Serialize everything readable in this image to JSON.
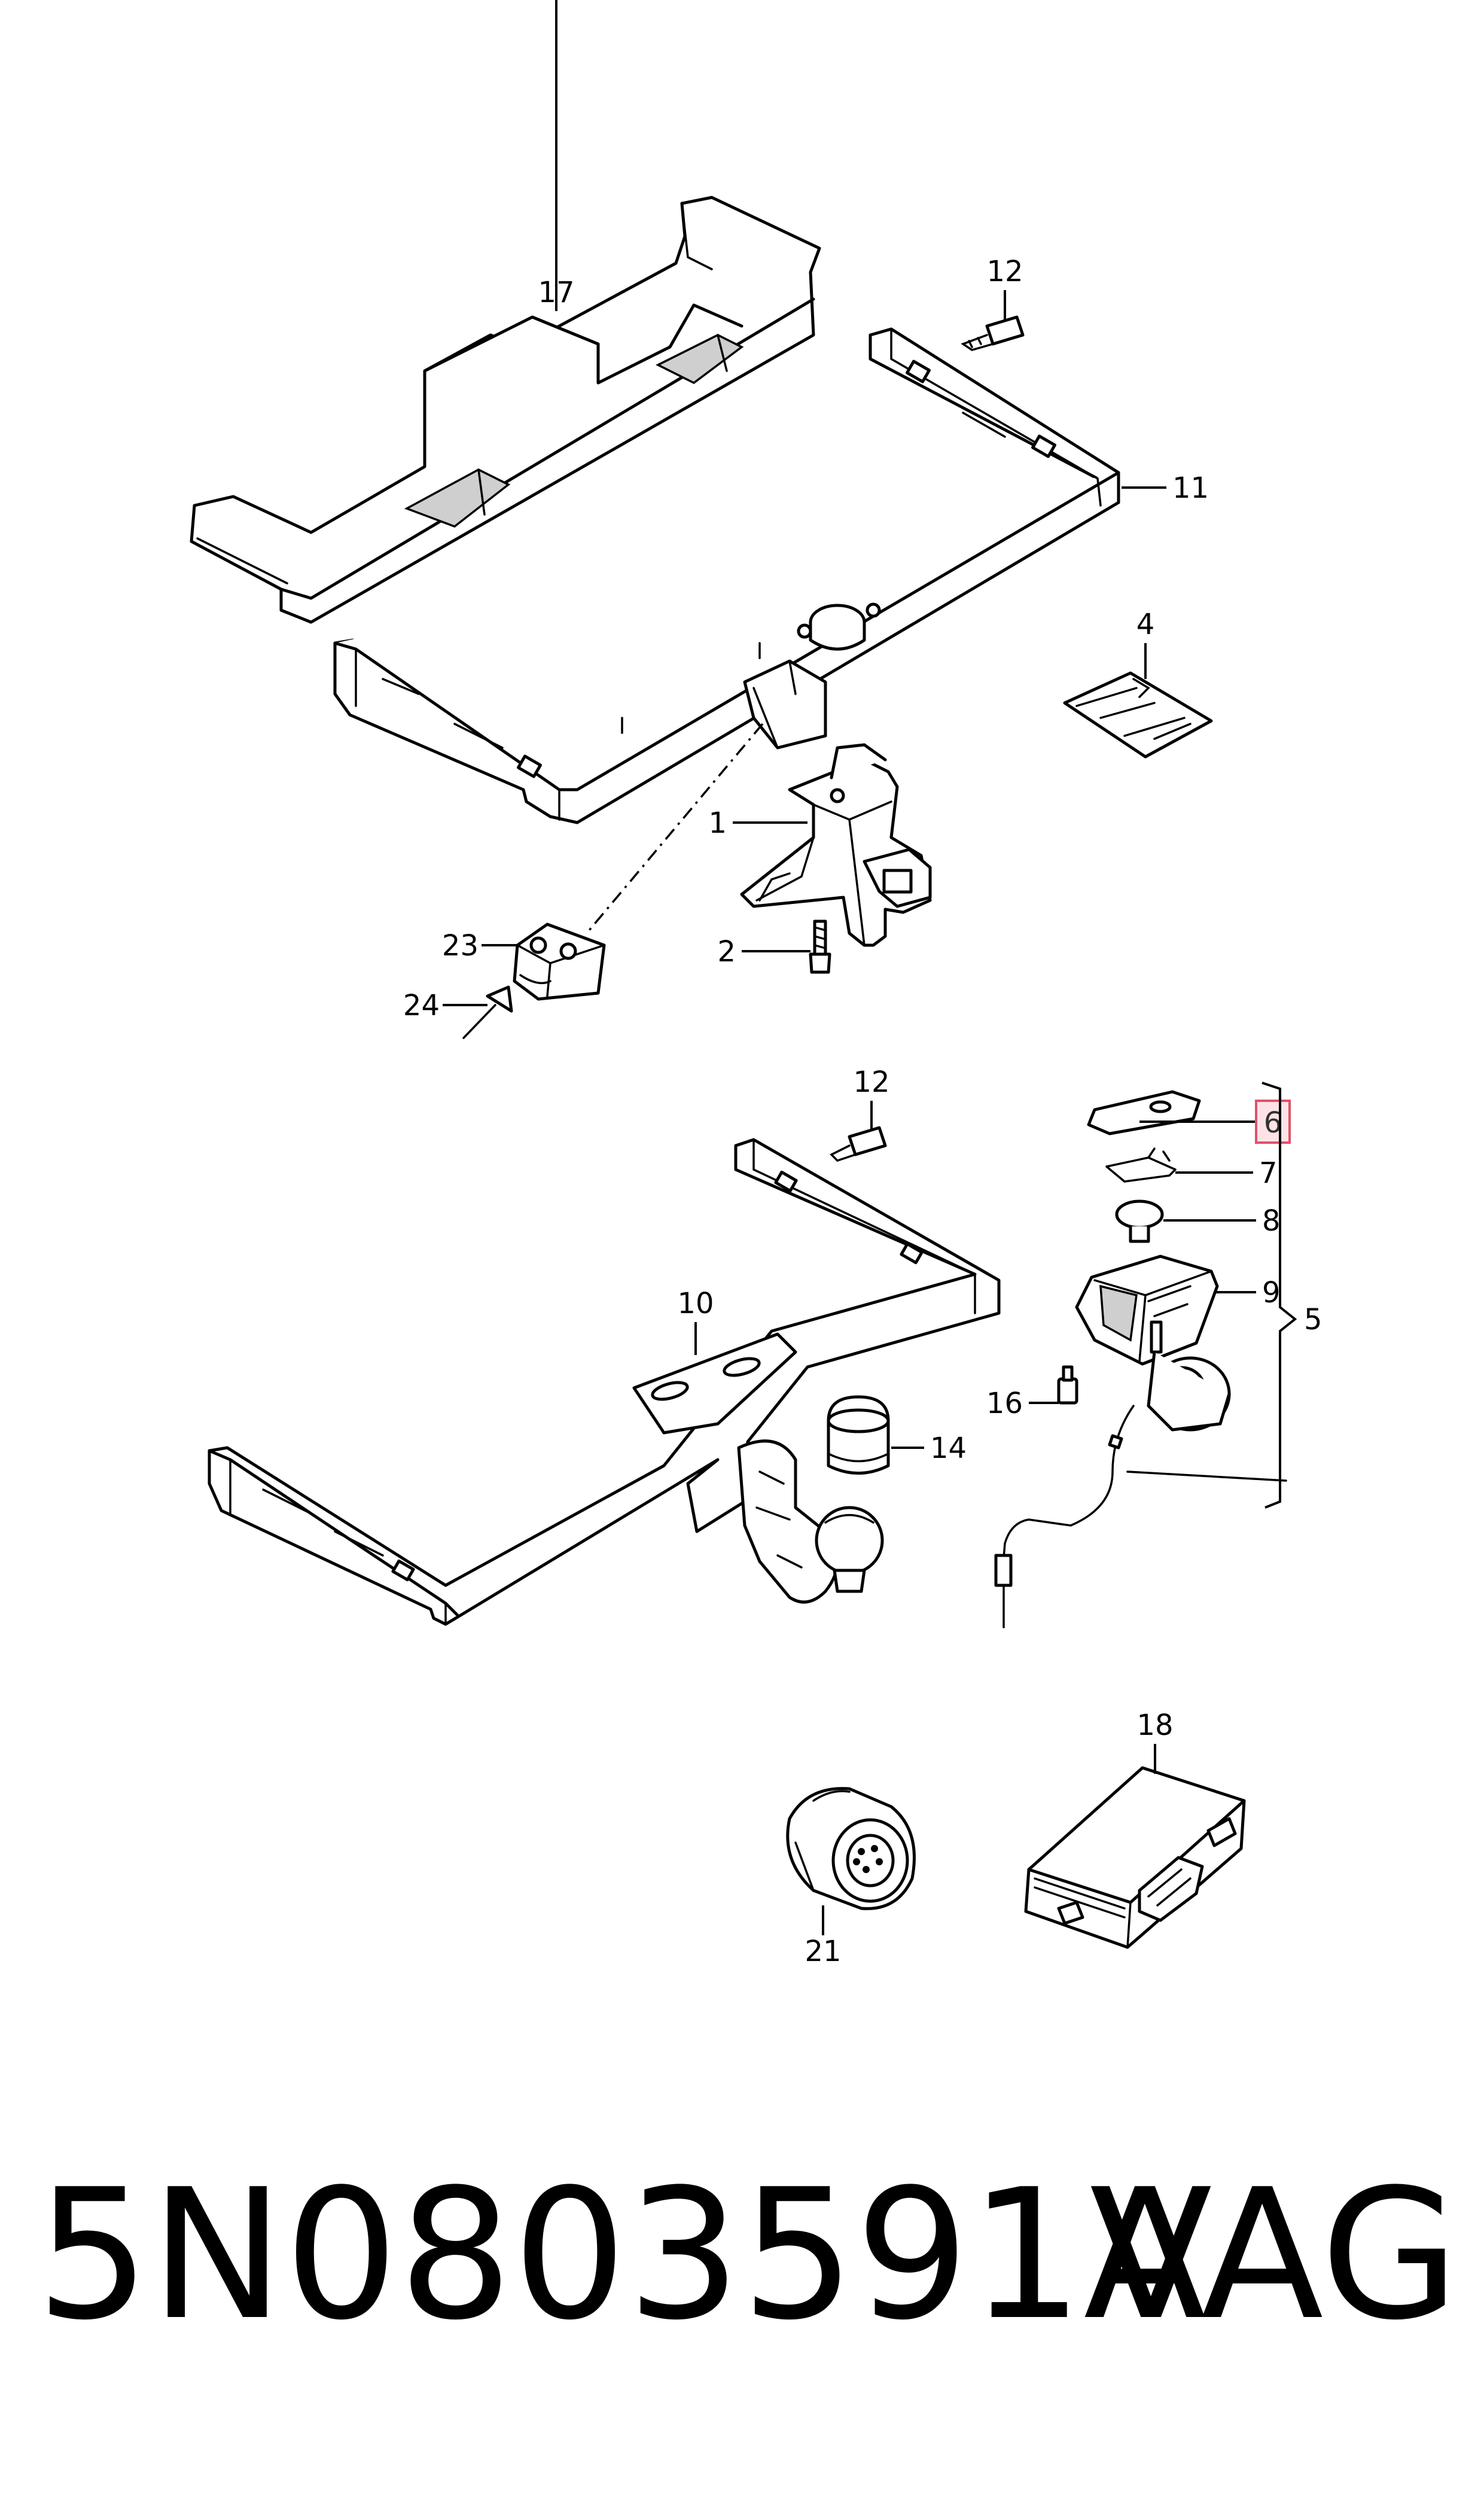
{
  "diagram": {
    "callouts": {
      "c1": "1",
      "c2": "2",
      "c4": "4",
      "c5": "5",
      "c6": "6",
      "c7": "7",
      "c8": "8",
      "c9": "9",
      "c10": "10",
      "c11": "11",
      "c12a": "12",
      "c12b": "12",
      "c14": "14",
      "c16": "16",
      "c17": "17",
      "c18": "18",
      "c21": "21",
      "c23": "23",
      "c24": "24"
    },
    "highlighted_callout": "6",
    "highlight_color": "#e0506a"
  },
  "footer": {
    "part_number": "5N0803591A",
    "brand": "VAG"
  }
}
